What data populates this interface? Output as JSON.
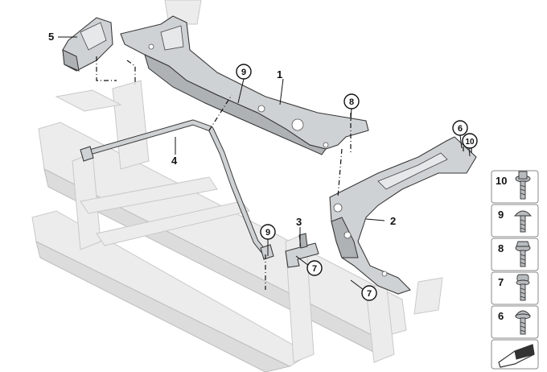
{
  "parts": [
    {
      "number": "1",
      "description": ""
    },
    {
      "number": "2",
      "description": ""
    },
    {
      "number": "3",
      "description": ""
    },
    {
      "number": "4",
      "description": ""
    },
    {
      "number": "5",
      "description": ""
    }
  ],
  "callouts": {
    "c9a": "9",
    "c8": "8",
    "c6": "6",
    "c10": "10",
    "c9b": "9",
    "c7a": "7",
    "c7b": "7"
  },
  "legend": {
    "items": [
      {
        "number": "10",
        "icon": "flange-bolt-icon"
      },
      {
        "number": "9",
        "icon": "pan-head-screw-icon"
      },
      {
        "number": "8",
        "icon": "hex-bolt-icon"
      },
      {
        "number": "7",
        "icon": "torx-screw-icon"
      },
      {
        "number": "6",
        "icon": "collar-screw-icon"
      }
    ],
    "footer_icon": "part-outline-icon"
  },
  "colors": {
    "background": "#ffffff",
    "ghost_frame": "#ececec",
    "part_fill": "#cfd2d4",
    "line": "#111111"
  }
}
